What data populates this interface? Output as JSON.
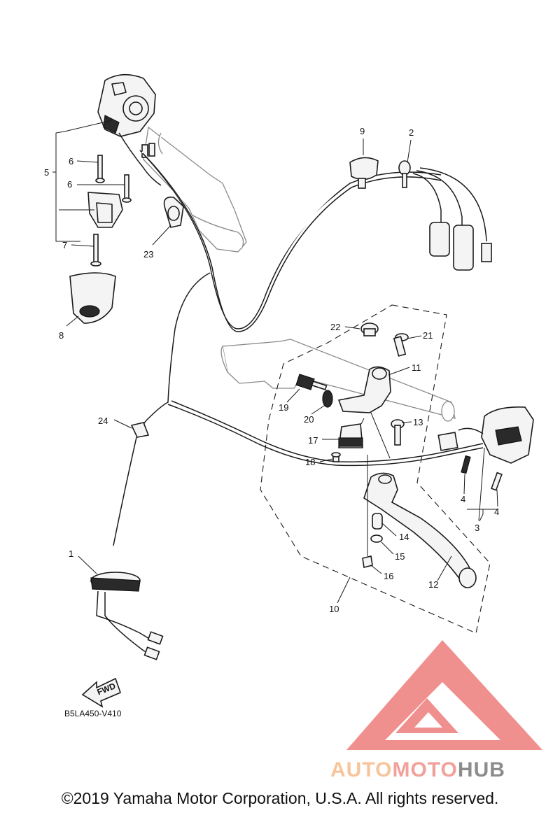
{
  "diagram": {
    "callouts": [
      {
        "id": "c1",
        "label": "1"
      },
      {
        "id": "c2",
        "label": "2"
      },
      {
        "id": "c3",
        "label": "3"
      },
      {
        "id": "c4a",
        "label": "4"
      },
      {
        "id": "c4b",
        "label": "4"
      },
      {
        "id": "c5",
        "label": "5"
      },
      {
        "id": "c6a",
        "label": "6"
      },
      {
        "id": "c6b",
        "label": "6"
      },
      {
        "id": "c7",
        "label": "7"
      },
      {
        "id": "c8",
        "label": "8"
      },
      {
        "id": "c9",
        "label": "9"
      },
      {
        "id": "c10",
        "label": "10"
      },
      {
        "id": "c11",
        "label": "11"
      },
      {
        "id": "c12",
        "label": "12"
      },
      {
        "id": "c13",
        "label": "13"
      },
      {
        "id": "c14",
        "label": "14"
      },
      {
        "id": "c15",
        "label": "15"
      },
      {
        "id": "c16",
        "label": "16"
      },
      {
        "id": "c17",
        "label": "17"
      },
      {
        "id": "c18",
        "label": "18"
      },
      {
        "id": "c19",
        "label": "19"
      },
      {
        "id": "c20",
        "label": "20"
      },
      {
        "id": "c21",
        "label": "21"
      },
      {
        "id": "c22",
        "label": "22"
      },
      {
        "id": "c23",
        "label": "23"
      },
      {
        "id": "c24",
        "label": "24"
      }
    ],
    "fwd_label": "FWD",
    "diagram_code": "B5LA450-V410"
  },
  "footer": {
    "copyright": "©2019 Yamaha Motor Corporation, U.S.A. All rights reserved."
  },
  "watermark": {
    "word_1": "AUTO",
    "word_2": "MOTO",
    "word_3": "HUB",
    "colors": {
      "auto": "#f7c59b",
      "moto": "#f2a09a",
      "hub": "#8c8c8c",
      "triangle": "#ee7d7b"
    }
  }
}
